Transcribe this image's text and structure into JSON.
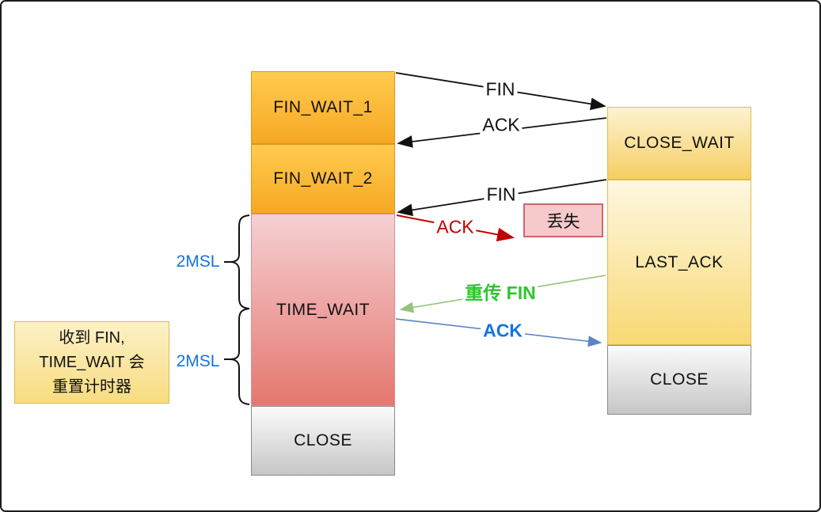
{
  "states": {
    "left": [
      {
        "label": "FIN_WAIT_1"
      },
      {
        "label": "FIN_WAIT_2"
      },
      {
        "label": "TIME_WAIT"
      },
      {
        "label": "CLOSE"
      }
    ],
    "right": [
      {
        "label": "CLOSE_WAIT"
      },
      {
        "label": "LAST_ACK"
      },
      {
        "label": "CLOSE"
      }
    ]
  },
  "arrows": [
    {
      "label": "FIN",
      "color": "#111111",
      "from": "FIN_WAIT_1",
      "to": "CLOSE_WAIT"
    },
    {
      "label": "ACK",
      "color": "#111111",
      "from": "CLOSE_WAIT",
      "to": "FIN_WAIT_1"
    },
    {
      "label": "FIN",
      "color": "#111111",
      "from": "CLOSE_WAIT",
      "to": "FIN_WAIT_2"
    },
    {
      "label": "ACK",
      "color": "#c00000",
      "from": "TIME_WAIT",
      "to": "丢失"
    },
    {
      "label": "重传 FIN",
      "color": "#2dc52d",
      "from": "LAST_ACK",
      "to": "TIME_WAIT"
    },
    {
      "label": "ACK",
      "color": "#1473e6",
      "from": "TIME_WAIT",
      "to": "CLOSE"
    }
  ],
  "lost_box": {
    "label": "丢失"
  },
  "msl_brackets": [
    {
      "label": "2MSL"
    },
    {
      "label": "2MSL"
    }
  ],
  "note": {
    "lines": [
      "收到 FIN,",
      "TIME_WAIT 会",
      "重置计时器"
    ]
  },
  "colors": {
    "orange_box_top": "#ffcb4f",
    "orange_box_bottom": "#f7a823",
    "pink_box_top": "#f5d0d3",
    "pink_box_bottom": "#e5776f",
    "yellow_box_top": "#fdf3d1",
    "yellow_box_bottom": "#f6ce62",
    "gray_box_top": "#fbfbfb",
    "gray_box_bottom": "#c6c6c6",
    "lost_fill": "#f6c9ca",
    "lost_border": "#c9696e",
    "note_top": "#fcf1c8",
    "note_bottom": "#f8dc80",
    "red_arrow": "#c00000",
    "green_label": "#2dc52d",
    "green_line": "#93c47d",
    "blue_label": "#1473e6",
    "blue_line": "#5b84c4",
    "black_line": "#111111"
  }
}
